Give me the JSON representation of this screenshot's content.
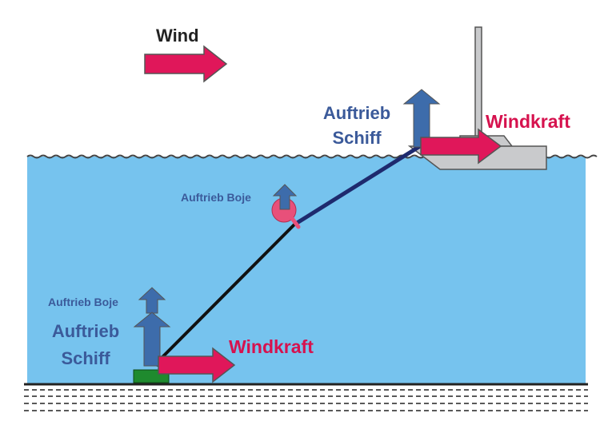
{
  "labels": {
    "wind": "Wind",
    "buoyancy_ship_top_1": "Auftrieb",
    "buoyancy_ship_top_2": "Schiff",
    "windforce_top": "Windkraft",
    "buoyancy_buoy_mid": "Auftrieb Boje",
    "buoyancy_buoy_bottom": "Auftrieb Boje",
    "buoyancy_ship_bottom_1": "Auftrieb",
    "buoyancy_ship_bottom_2": "Schiff",
    "windforce_bottom": "Windkraft"
  },
  "colors": {
    "water": "#76c3ee",
    "wind_arrow": "#e0175a",
    "buoyancy_arrow": "#3d6cab",
    "label_blue": "#3b5a9a",
    "label_red": "#d6124e",
    "ship": "#c9cacc",
    "anchor_block": "#1f8a2e",
    "buoy": "#e8507a"
  }
}
